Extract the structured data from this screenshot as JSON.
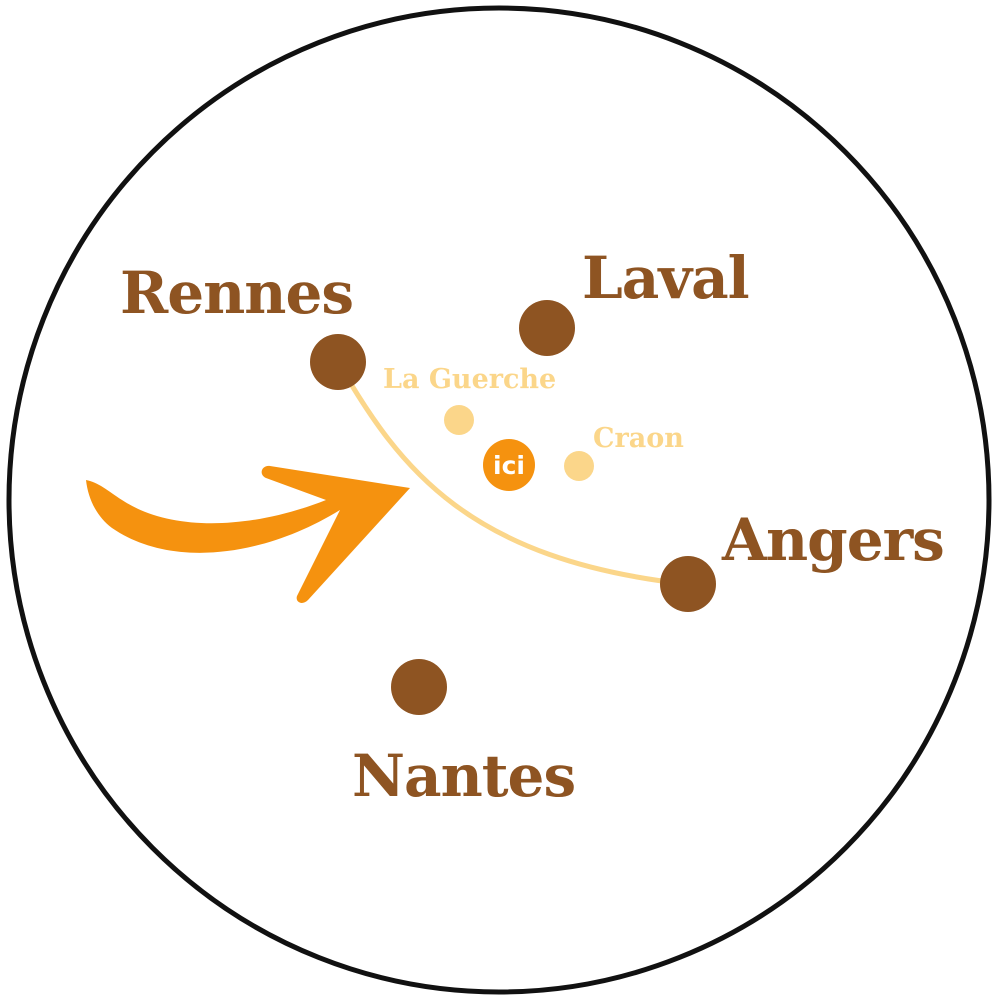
{
  "colors": {
    "major": "#8e5422",
    "minor": "#fbd68a",
    "accent": "#f5920f",
    "border": "#111111",
    "background": "#ffffff",
    "here_text": "#ffffff"
  },
  "cities": {
    "rennes": "Rennes",
    "laval": "Laval",
    "angers": "Angers",
    "nantes": "Nantes"
  },
  "towns": {
    "la_guerche": "La Guerche",
    "craon": "Craon"
  },
  "marker": {
    "label": "ici"
  }
}
